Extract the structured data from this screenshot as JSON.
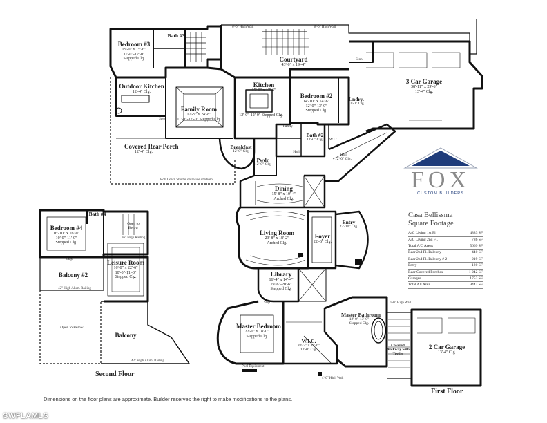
{
  "first_floor": {
    "title": "First Floor",
    "rooms": [
      {
        "id": "bath3",
        "name": "Bath #3",
        "dims": []
      },
      {
        "id": "bedroom3",
        "name": "Bedroom #3",
        "dims": [
          "15'-0\" x 15'-6\"",
          "11'-0\"-12'-0\"",
          "Stepped Clg."
        ]
      },
      {
        "id": "courtyard",
        "name": "Courtyard",
        "dims": [
          "43'-6\" x 19'-4\""
        ]
      },
      {
        "id": "outdoor_kitchen",
        "name": "Outdoor Kitchen",
        "dims": [
          "12'-4\" Clg."
        ]
      },
      {
        "id": "kitchen",
        "name": "Kitchen",
        "dims": [
          "15'-8\" x 17'-6\"",
          "12'-0\"-12'-0\" Stepped Clg."
        ]
      },
      {
        "id": "family_room",
        "name": "Family Room",
        "dims": [
          "17'-5\" x 24'-8\"",
          "11'-0\"-12'-0\" Stepped Clg."
        ]
      },
      {
        "id": "bedroom2",
        "name": "Bedroom #2",
        "dims": [
          "14'-10\" x 14'-6\"",
          "12'-0\"-13'-0\"",
          "Stepped Clg."
        ]
      },
      {
        "id": "garage3",
        "name": "3 Car Garage",
        "dims": [
          "38'-11\" x 29'-6\"",
          "13'-4\" Clg."
        ]
      },
      {
        "id": "laundry",
        "name": "Lndry.",
        "dims": [
          "12'-0\" Clg."
        ]
      },
      {
        "id": "covered_porch",
        "name": "Covered Rear Porch",
        "dims": [
          "12'-4\" Clg."
        ]
      },
      {
        "id": "breakfast",
        "name": "Breakfast",
        "dims": [
          "12'-0\" Clg."
        ]
      },
      {
        "id": "pantry",
        "name": "Pantry",
        "dims": []
      },
      {
        "id": "bath2",
        "name": "Bath #2",
        "dims": [
          "12'-0\" Clg."
        ]
      },
      {
        "id": "wic2",
        "name": "W.I.C.",
        "dims": []
      },
      {
        "id": "hall1",
        "name": "Hall",
        "dims": []
      },
      {
        "id": "hall2",
        "name": "Hall",
        "dims": [
          "12'-0\" Clg."
        ]
      },
      {
        "id": "powder",
        "name": "Pwdr.",
        "dims": [
          "12'-0\" Clg."
        ]
      },
      {
        "id": "dining",
        "name": "Dining",
        "dims": [
          "15'-8\" x 10'-4\"",
          "Arched Clg."
        ]
      },
      {
        "id": "living",
        "name": "Living Room",
        "dims": [
          "23'-8\" x 18'-2\"",
          "Arched Clg."
        ]
      },
      {
        "id": "foyer",
        "name": "Foyer",
        "dims": [
          "22'-6\" Clg."
        ]
      },
      {
        "id": "entry",
        "name": "Entry",
        "dims": [
          "22'-10\" Clg."
        ]
      },
      {
        "id": "library",
        "name": "Library",
        "dims": [
          "16'-4\" x 14'-4\"",
          "19'-6\"-20'-6\"",
          "Stepped Clg."
        ]
      },
      {
        "id": "master_bed",
        "name": "Master Bedroom",
        "dims": [
          "22'-0\" x 18'-0\"",
          "Stepped Clg."
        ]
      },
      {
        "id": "master_bath",
        "name": "Master Bathroom",
        "dims": [
          "12'-0\"-13'-0\"",
          "Stepped Clg."
        ]
      },
      {
        "id": "wic_master",
        "name": "W.I.C.",
        "dims": [
          "20'-7\" x 14'-6\"",
          "12'-0\" Clg."
        ]
      },
      {
        "id": "walkway",
        "name": "Covered Walkway with Trellis",
        "dims": []
      },
      {
        "id": "garage2",
        "name": "2 Car Garage",
        "dims": [
          "13'-4\" Clg."
        ]
      },
      {
        "id": "storage",
        "name": "Stor.",
        "dims": []
      }
    ],
    "notes": [
      "6'-0\" High Wall",
      "8'-0\" High Wall",
      "Roll Down Shutter on Inside of Beam",
      "Pool Equipment",
      "4'-0\" High Wall",
      "Step"
    ]
  },
  "second_floor": {
    "title": "Second Floor",
    "rooms": [
      {
        "id": "bath4",
        "name": "Bath #4",
        "dims": []
      },
      {
        "id": "bedroom4",
        "name": "Bedroom #4",
        "dims": [
          "16'-10\" x 16'-0\"",
          "10'-0\"-11'-0\"",
          "Stepped Clg."
        ]
      },
      {
        "id": "open_below1",
        "name": "Open to Below",
        "dims": []
      },
      {
        "id": "leisure",
        "name": "Leisure Room",
        "dims": [
          "16'-0\" x 22'-6\"",
          "10'-0\"-11'-0\"",
          "Stepped Clg."
        ]
      },
      {
        "id": "balcony2",
        "name": "Balcony #2",
        "dims": []
      },
      {
        "id": "open_below2",
        "name": "Open to Below",
        "dims": []
      },
      {
        "id": "balcony",
        "name": "Balcony",
        "dims": []
      }
    ],
    "notes": [
      "36\" High Railing",
      "42\" High Alum. Railing",
      "Step"
    ]
  },
  "logo": {
    "brand": "FOX",
    "tagline": "CUSTOM BUILDERS",
    "colors": {
      "roof": "#1f3c7a",
      "text": "#8a8a8a"
    }
  },
  "square_footage": {
    "title_line1": "Casa Bellissma",
    "title_line2": "Square Footage",
    "rows": [
      {
        "label": "A/C Living 1st Fl.",
        "value": "4883 SF"
      },
      {
        "label": "A/C Living 2nd Fl.",
        "value": "786 SF"
      },
      {
        "label": "Total A/C Areas",
        "value": "5669 SF"
      },
      {
        "label": "Rear 2nd Fl. Balcony",
        "value": "440 SF"
      },
      {
        "label": "Rear 2nd Fl. Balcony # 2",
        "value": "219 SF"
      },
      {
        "label": "Entry",
        "value": "120 SF"
      },
      {
        "label": "Rear Covered Porches",
        "value": "1 242 SF"
      },
      {
        "label": "Garages",
        "value": "1752 SF"
      },
      {
        "label": "Total All Area",
        "value": "9442 SF"
      }
    ]
  },
  "disclaimer": "Dimensions on the floor plans are approximate. Builder reserves the right to make modifications to the plans.",
  "watermark": "SWFLAMLS"
}
